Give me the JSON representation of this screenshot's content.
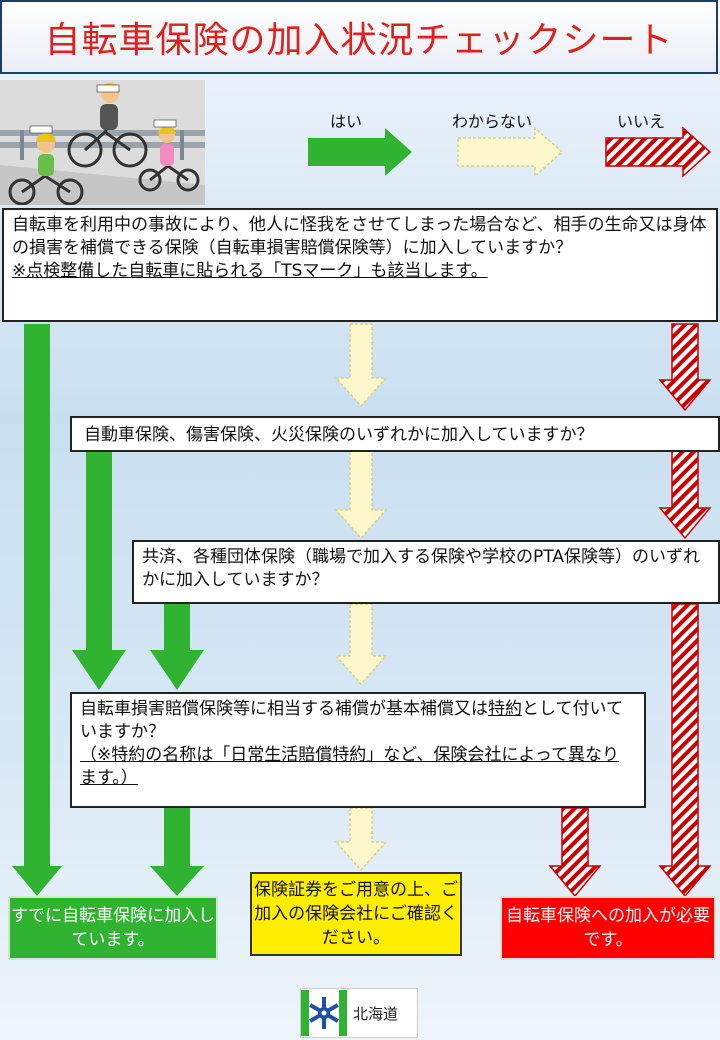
{
  "title": "自転車保険の加入状況チェックシート",
  "legend": {
    "yes": "はい",
    "unknown": "わからない",
    "no": "いいえ"
  },
  "colors": {
    "title_text": "#e0201a",
    "yes_arrow": "#2fb331",
    "unknown_arrow": "#fff7cc",
    "no_arrow": "#cc0000",
    "result_green": "#2fb331",
    "result_yellow": "#ffee00",
    "result_red": "#ff0000"
  },
  "questions": {
    "q1": {
      "text": "自転車を利用中の事故により、他人に怪我をさせてしまった場合など、相手の生命又は身体の損害を補償できる保険（自転車損害賠償保険等）に加入していますか？",
      "note": "※点検整備した自転車に貼られる「TSマーク」も該当します。"
    },
    "q2": {
      "text": "自動車保険、傷害保険、火災保険のいずれかに加入していますか？"
    },
    "q3": {
      "text": "共済、各種団体保険（職場で加入する保険や学校のPTA保険等）のいずれかに加入していますか？"
    },
    "q4": {
      "text_before": "自転車損害賠償保険等に相当する補償が基本補償又は",
      "text_underlined": "特約",
      "text_after": "として付いていますか？",
      "note": "（※特約の名称は「日常生活賠償特約」など、保険会社によって異なります。）"
    }
  },
  "results": {
    "green": "すでに自転車保険に加入しています。",
    "yellow": "保険証券をご用意の上、ご加入の保険会社にご確認ください。",
    "red": "自転車保険への加入が必要です。"
  },
  "logo": {
    "label": "北海道",
    "icon": "hokkaido-emblem-icon"
  }
}
